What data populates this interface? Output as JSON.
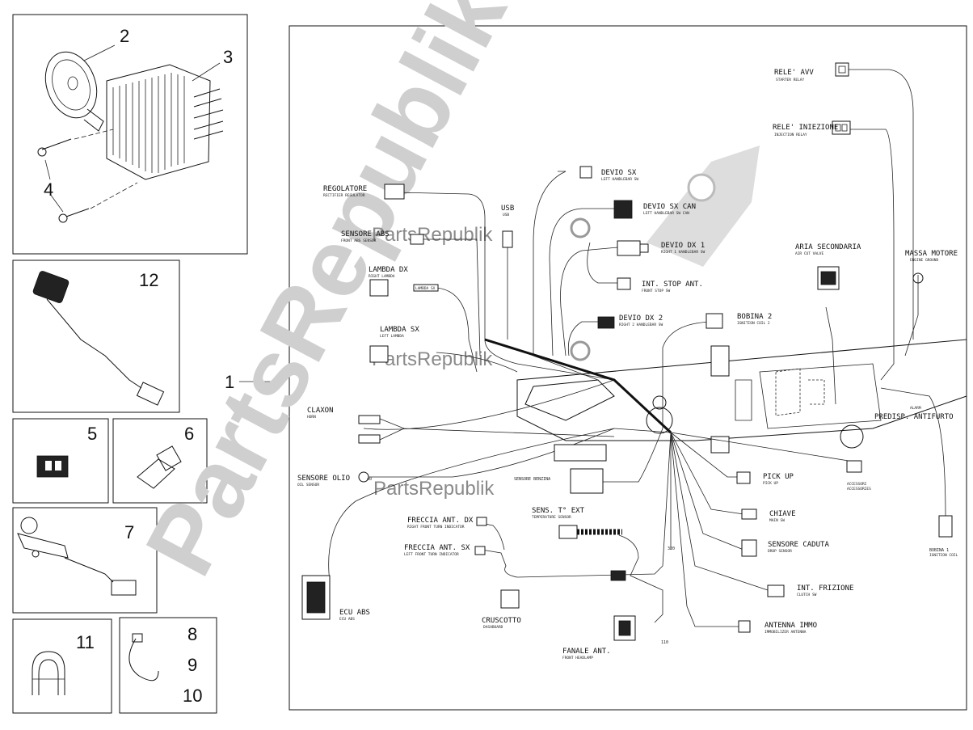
{
  "watermark": {
    "big": "PartsRepublik",
    "small": "PartsRepublik"
  },
  "part_numbers": {
    "p1": "1",
    "p2": "2",
    "p3": "3",
    "p4": "4",
    "p5": "5",
    "p6": "6",
    "p7": "7",
    "p8": "8",
    "p9": "9",
    "p10": "10",
    "p11": "11",
    "p12": "12"
  },
  "labels": {
    "rele_avv": {
      "main": "RELE' AVV",
      "sub": "STARTER RELAY"
    },
    "rele_inj": {
      "main": "RELE' INIEZIONE",
      "sub": "INJECTION RELAY"
    },
    "devio_sx": {
      "main": "DEVIO SX",
      "sub": "LEFT HANDLEBAR SW"
    },
    "devio_sx_can": {
      "main": "DEVIO SX CAN",
      "sub": "LEFT HANDLEBAR SW CAN"
    },
    "devio_dx1": {
      "main": "DEVIO DX 1",
      "sub": "RIGHT 1 HANDLEBAR SW"
    },
    "int_stop": {
      "main": "INT. STOP ANT.",
      "sub": "FRONT STOP SW"
    },
    "devio_dx2": {
      "main": "DEVIO DX 2",
      "sub": "RIGHT 2 HANDLEBAR SW"
    },
    "regolatore": {
      "main": "REGOLATORE",
      "sub": "RECTIFIER REGULATOR"
    },
    "sensore_abs": {
      "main": "SENSORE ABS",
      "sub": "FRONT ABS SENSOR"
    },
    "usb": {
      "main": "USB",
      "sub": "USB"
    },
    "lambda_dx": {
      "main": "LAMBDA DX",
      "sub": "RIGHT LAMBDA",
      "tag": "LAMBDA SX"
    },
    "lambda_sx": {
      "main": "LAMBDA SX",
      "sub": "LEFT LAMBDA"
    },
    "aria_sec": {
      "main": "ARIA SECONDARIA",
      "sub": "AIR CUT VALVE"
    },
    "massa_motore": {
      "main": "MASSA MOTORE",
      "sub": "ENGINE GROUND"
    },
    "bobina2": {
      "main": "BOBINA 2",
      "sub": "IGNITION COIL 2"
    },
    "claxon": {
      "main": "CLAXON",
      "sub": "HORN"
    },
    "sensore_olio": {
      "main": "SENSORE OLIO",
      "sub": "OIL SENSOR",
      "num": "40"
    },
    "sensore_benzina": {
      "main": "SENSORE BENZINA"
    },
    "pick_up": {
      "main": "PICK UP",
      "sub": "PICK UP"
    },
    "accessori": {
      "main": "ACCESSORI",
      "sub": "ACCESSORIES"
    },
    "chiave": {
      "main": "CHIAVE",
      "sub": "MAIN SW"
    },
    "bobina1": {
      "main": "BOBINA 1",
      "sub": "IGNITION COIL"
    },
    "sensore_caduta": {
      "main": "SENSORE CADUTA",
      "sub": "DROP SENSOR"
    },
    "int_frizione": {
      "main": "INT. FRIZIONE",
      "sub": "CLUTCH SW"
    },
    "antenna": {
      "main": "ANTENNA IMMO",
      "sub": "IMMOBILIZER ANTENNA"
    },
    "freccia_dx": {
      "main": "FRECCIA ANT. DX",
      "sub": "RIGHT FRONT TURN INDICATOR"
    },
    "freccia_sx": {
      "main": "FRECCIA ANT. SX",
      "sub": "LEFT FRONT TURN INDICATOR"
    },
    "sens_temp": {
      "main": "SENS. T° EXT",
      "sub": "TEMPERATURE SENSOR"
    },
    "ecu_abs": {
      "main": "ECU ABS",
      "sub": "ECU ABS"
    },
    "cruscotto": {
      "main": "CRUSCOTTO",
      "sub": "DASHBOARD"
    },
    "fanale": {
      "main": "FANALE ANT.",
      "sub": "FRONT HEADLAMP"
    },
    "predisp": {
      "main": "PREDISP. ANTIFURTO",
      "sub": "ALARM"
    },
    "dim_320": "320",
    "dim_110": "110"
  }
}
